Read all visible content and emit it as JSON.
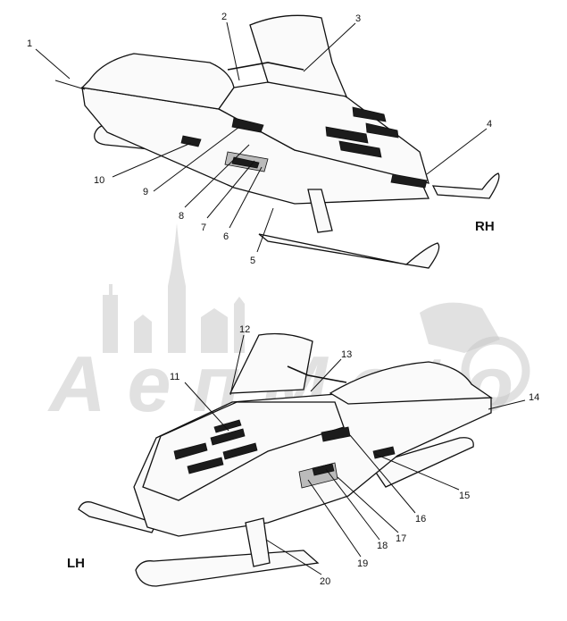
{
  "views": {
    "rh_label": "RH",
    "lh_label": "LH"
  },
  "watermark": {
    "text": "AeпMoto"
  },
  "callouts": {
    "rh": [
      "1",
      "2",
      "3",
      "4",
      "5",
      "6",
      "7",
      "8",
      "9",
      "10"
    ],
    "lh": [
      "11",
      "12",
      "13",
      "14",
      "15",
      "16",
      "17",
      "18",
      "19",
      "20"
    ]
  }
}
